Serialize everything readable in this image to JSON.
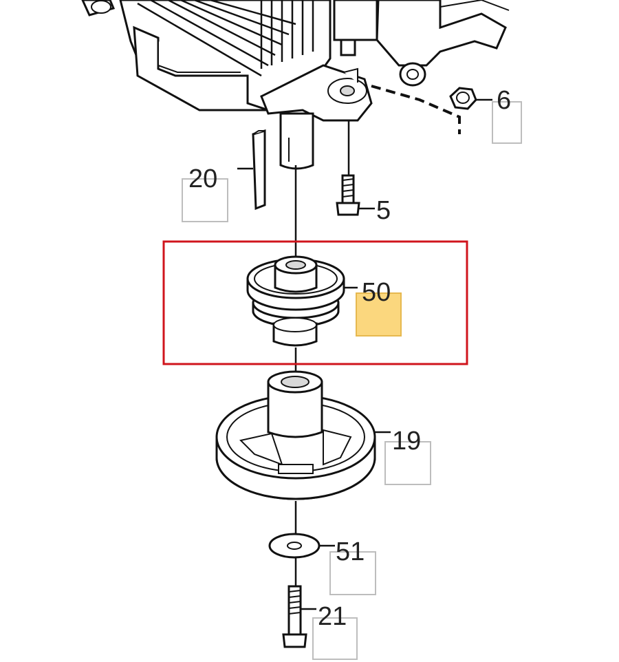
{
  "callouts": [
    {
      "id": "6",
      "label": "6"
    },
    {
      "id": "20",
      "label": "20"
    },
    {
      "id": "5",
      "label": "5"
    },
    {
      "id": "50",
      "label": "50"
    },
    {
      "id": "19",
      "label": "19"
    },
    {
      "id": "51",
      "label": "51"
    },
    {
      "id": "21",
      "label": "21"
    }
  ],
  "highlighted_part": "50",
  "colors": {
    "selection_frame": "#d0141c",
    "highlight_box": "#fbd77e",
    "reference_box": "#bdbdbd",
    "line_art": "#111111"
  }
}
